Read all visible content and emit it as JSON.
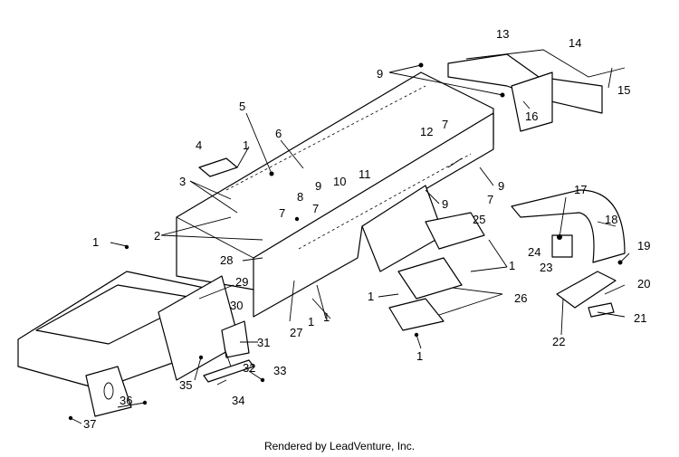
{
  "callouts": [
    {
      "id": "c1",
      "text": "1"
    },
    {
      "id": "c2",
      "text": "1"
    },
    {
      "id": "c3",
      "text": "1"
    },
    {
      "id": "c4",
      "text": "1"
    },
    {
      "id": "c5",
      "text": "1"
    },
    {
      "id": "c6",
      "text": "1"
    },
    {
      "id": "c7",
      "text": "2"
    },
    {
      "id": "c8",
      "text": "3"
    },
    {
      "id": "c9",
      "text": "4"
    },
    {
      "id": "c10",
      "text": "5"
    },
    {
      "id": "c11",
      "text": "6"
    },
    {
      "id": "c12",
      "text": "7"
    },
    {
      "id": "c13",
      "text": "7"
    },
    {
      "id": "c14",
      "text": "7"
    },
    {
      "id": "c15",
      "text": "7"
    },
    {
      "id": "c16",
      "text": "8"
    },
    {
      "id": "c17",
      "text": "9"
    },
    {
      "id": "c18",
      "text": "9"
    },
    {
      "id": "c19",
      "text": "9"
    },
    {
      "id": "c20",
      "text": "9"
    },
    {
      "id": "c21",
      "text": "10"
    },
    {
      "id": "c22",
      "text": "11"
    },
    {
      "id": "c23",
      "text": "12"
    },
    {
      "id": "c24",
      "text": "13"
    },
    {
      "id": "c25",
      "text": "14"
    },
    {
      "id": "c26",
      "text": "15"
    },
    {
      "id": "c27",
      "text": "16"
    },
    {
      "id": "c28",
      "text": "17"
    },
    {
      "id": "c29",
      "text": "18"
    },
    {
      "id": "c30",
      "text": "19"
    },
    {
      "id": "c31",
      "text": "20"
    },
    {
      "id": "c32",
      "text": "21"
    },
    {
      "id": "c33",
      "text": "22"
    },
    {
      "id": "c34",
      "text": "23"
    },
    {
      "id": "c35",
      "text": "24"
    },
    {
      "id": "c36",
      "text": "25"
    },
    {
      "id": "c37",
      "text": "26"
    },
    {
      "id": "c38",
      "text": "27"
    },
    {
      "id": "c39",
      "text": "28"
    },
    {
      "id": "c40",
      "text": "29"
    },
    {
      "id": "c41",
      "text": "30"
    },
    {
      "id": "c42",
      "text": "31"
    },
    {
      "id": "c43",
      "text": "32"
    },
    {
      "id": "c44",
      "text": "33"
    },
    {
      "id": "c45",
      "text": "34"
    },
    {
      "id": "c46",
      "text": "35"
    },
    {
      "id": "c47",
      "text": "36"
    },
    {
      "id": "c48",
      "text": "37"
    },
    {
      "id": "c49",
      "text": "1"
    }
  ],
  "credit": "Rendered by LeadVenture, Inc.",
  "colors": {
    "ink": "#000000",
    "paper": "#ffffff"
  }
}
